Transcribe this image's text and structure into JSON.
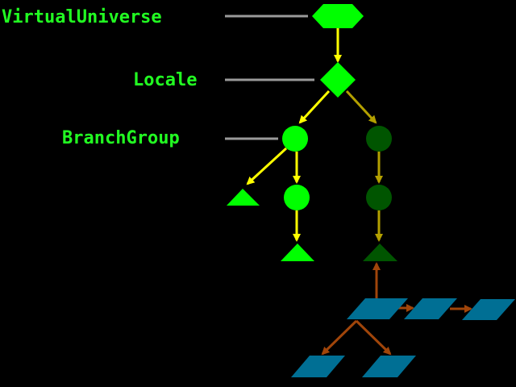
{
  "labels": {
    "virtual_universe": "VirtualUniverse",
    "locale": "Locale",
    "branch_group": "BranchGroup"
  },
  "colors": {
    "background": "#000000",
    "label_text": "#22ff22",
    "leader_line": "#9a9a9a",
    "node_bright": "#00ff00",
    "node_dark": "#005500",
    "arrow_bright": "#ffff00",
    "arrow_olive": "#b3a000",
    "arrow_brown": "#a0450a",
    "parallelogram": "#006f94"
  },
  "shapes": {
    "virtual_universe": "hexagon",
    "locale": "diamond",
    "group_node": "circle",
    "leaf_node": "triangle",
    "component": "parallelogram"
  }
}
